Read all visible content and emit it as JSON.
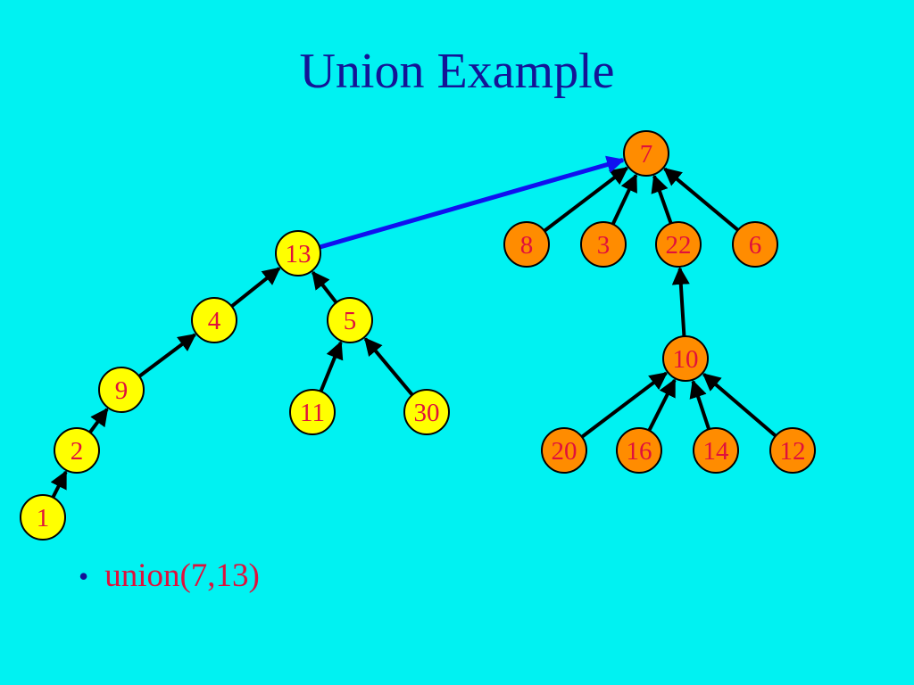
{
  "title": "Union Example",
  "colors": {
    "background": "#00f2f2",
    "title": "#141496",
    "yellow_node": "#ffff00",
    "orange_node": "#ff8c00",
    "node_label": "#e0103c",
    "edge": "#000000",
    "union_edge": "#1010f0",
    "bullet_text": "#e0103c"
  },
  "nodes": [
    {
      "id": "n7",
      "label": "7",
      "color": "orange"
    },
    {
      "id": "n8",
      "label": "8",
      "color": "orange"
    },
    {
      "id": "n3",
      "label": "3",
      "color": "orange"
    },
    {
      "id": "n22",
      "label": "22",
      "color": "orange"
    },
    {
      "id": "n6",
      "label": "6",
      "color": "orange"
    },
    {
      "id": "n10",
      "label": "10",
      "color": "orange"
    },
    {
      "id": "n20",
      "label": "20",
      "color": "orange"
    },
    {
      "id": "n16",
      "label": "16",
      "color": "orange"
    },
    {
      "id": "n14",
      "label": "14",
      "color": "orange"
    },
    {
      "id": "n12",
      "label": "12",
      "color": "orange"
    },
    {
      "id": "n13",
      "label": "13",
      "color": "yellow"
    },
    {
      "id": "n4",
      "label": "4",
      "color": "yellow"
    },
    {
      "id": "n5",
      "label": "5",
      "color": "yellow"
    },
    {
      "id": "n9",
      "label": "9",
      "color": "yellow"
    },
    {
      "id": "n11",
      "label": "11",
      "color": "yellow"
    },
    {
      "id": "n30",
      "label": "30",
      "color": "yellow"
    },
    {
      "id": "n2",
      "label": "2",
      "color": "yellow"
    },
    {
      "id": "n1",
      "label": "1",
      "color": "yellow"
    }
  ],
  "edges": [
    {
      "from": "n8",
      "to": "n7"
    },
    {
      "from": "n3",
      "to": "n7"
    },
    {
      "from": "n22",
      "to": "n7"
    },
    {
      "from": "n6",
      "to": "n7"
    },
    {
      "from": "n10",
      "to": "n22"
    },
    {
      "from": "n20",
      "to": "n10"
    },
    {
      "from": "n16",
      "to": "n10"
    },
    {
      "from": "n14",
      "to": "n10"
    },
    {
      "from": "n12",
      "to": "n10"
    },
    {
      "from": "n4",
      "to": "n13"
    },
    {
      "from": "n5",
      "to": "n13"
    },
    {
      "from": "n9",
      "to": "n4"
    },
    {
      "from": "n11",
      "to": "n5"
    },
    {
      "from": "n30",
      "to": "n5"
    },
    {
      "from": "n2",
      "to": "n9"
    },
    {
      "from": "n1",
      "to": "n2"
    },
    {
      "from": "n13",
      "to": "n7",
      "union": true
    }
  ],
  "bullets": [
    "union(7,13)"
  ]
}
